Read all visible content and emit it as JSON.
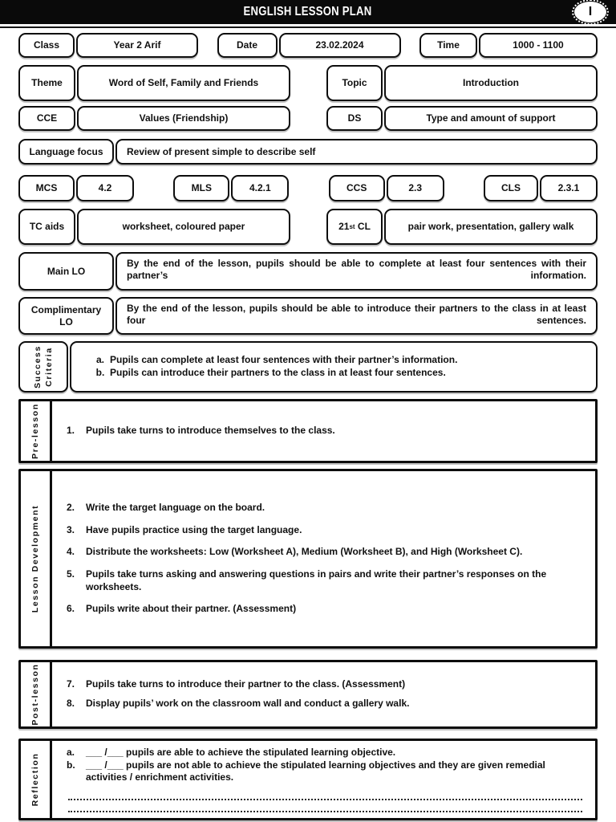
{
  "header": {
    "title": "ENGLISH LESSON PLAN",
    "badge": "I"
  },
  "fields": {
    "class": {
      "label": "Class",
      "value": "Year 2 Arif"
    },
    "date": {
      "label": "Date",
      "value": "23.02.2024"
    },
    "time": {
      "label": "Time",
      "value": "1000 - 1100"
    },
    "theme": {
      "label": "Theme",
      "value": "Word of Self, Family and Friends"
    },
    "topic": {
      "label": "Topic",
      "value": "Introduction"
    },
    "cce": {
      "label": "CCE",
      "value": "Values (Friendship)"
    },
    "ds": {
      "label": "DS",
      "value": "Type and amount of support"
    },
    "language_focus": {
      "label": "Language focus",
      "value": "Review of present simple to describe self"
    },
    "mcs": {
      "label": "MCS",
      "value": "4.2"
    },
    "mls": {
      "label": "MLS",
      "value": "4.2.1"
    },
    "ccs": {
      "label": "CCS",
      "value": "2.3"
    },
    "cls": {
      "label": "CLS",
      "value": "2.3.1"
    },
    "tc_aids": {
      "label": "TC aids",
      "value": "worksheet, coloured paper"
    },
    "cl21": {
      "label_num": "21",
      "label_sup": "st",
      "label_rest": "CL",
      "value": "pair work, presentation, gallery walk"
    }
  },
  "main_lo": {
    "label": "Main LO",
    "text": "By the end of the lesson, pupils should be able to complete at least four sentences with their partner’s information."
  },
  "complimentary_lo": {
    "label": "Complimentary LO",
    "text": "By the end of the lesson, pupils should be able to introduce their partners to the class in at least four sentences."
  },
  "success_criteria": {
    "label": "Success Criteria",
    "items": [
      {
        "marker": "a.",
        "text": "Pupils can complete at least four sentences with their partner’s information."
      },
      {
        "marker": "b.",
        "text": "Pupils can introduce their partners to the class in at least four sentences."
      }
    ]
  },
  "pre_lesson": {
    "label": "Pre-lesson",
    "items": [
      {
        "marker": "1.",
        "text": "Pupils take turns to introduce themselves to the class."
      }
    ]
  },
  "lesson_development": {
    "label": "Lesson Development",
    "items": [
      {
        "marker": "2.",
        "text": "Write the target language on the board."
      },
      {
        "marker": "3.",
        "text": "Have pupils practice using the target language."
      },
      {
        "marker": "4.",
        "text": "Distribute the worksheets: Low (Worksheet A), Medium (Worksheet B), and High (Worksheet C)."
      },
      {
        "marker": "5.",
        "text": "Pupils take turns asking and answering questions in pairs and write their partner’s responses on the worksheets."
      },
      {
        "marker": "6.",
        "text": "Pupils write about their partner. (Assessment)"
      }
    ]
  },
  "post_lesson": {
    "label": "Post-lesson",
    "items": [
      {
        "marker": "7.",
        "text": "Pupils take turns to introduce their partner to the class. (Assessment)"
      },
      {
        "marker": "8.",
        "text": "Display pupils’ work on the classroom wall and conduct a gallery walk."
      }
    ]
  },
  "reflection": {
    "label": "Reflection",
    "items": [
      {
        "marker": "a.",
        "text": "___ /___ pupils are able to achieve the stipulated learning objective."
      },
      {
        "marker": "b.",
        "text": "___ /___ pupils are not able to achieve the stipulated learning objectives and they are given remedial activities / enrichment activities."
      }
    ]
  },
  "colors": {
    "ink": "#101010",
    "paper": "#ffffff"
  }
}
